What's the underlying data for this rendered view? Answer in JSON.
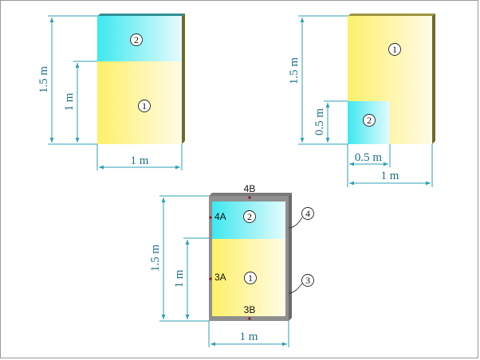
{
  "colors": {
    "region1_yellow": "#fdf06a",
    "region2_cyan": "#3ee8f0",
    "dimension_line": "#2aa0b4",
    "wall_gray": "#8f8f8f"
  },
  "top_left": {
    "height_total": "1.5 m",
    "height_region1": "1 m",
    "width": "1 m",
    "region1": "1",
    "region2": "2"
  },
  "top_right": {
    "height_total": "1.5 m",
    "height_small": "0.5 m",
    "width_small": "0.5 m",
    "width": "1 m",
    "region1": "1",
    "region2": "2"
  },
  "bottom": {
    "height_total": "1.5 m",
    "height_region1": "1 m",
    "width": "1 m",
    "region1": "1",
    "region2": "2",
    "wall4": "4",
    "wall3": "3",
    "point_4A": "4A",
    "point_4B": "4B",
    "point_3A": "3A",
    "point_3B": "3B"
  }
}
